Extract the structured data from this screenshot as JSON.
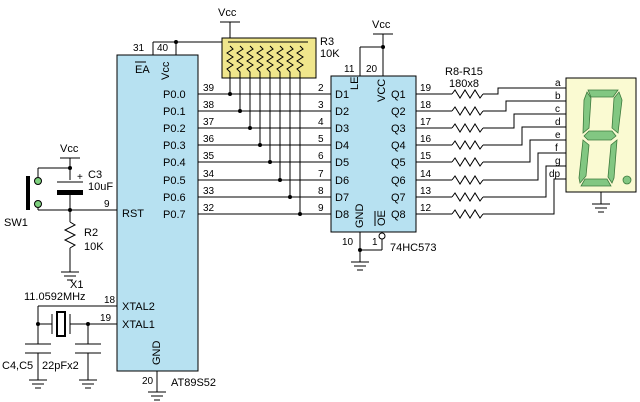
{
  "mcu": {
    "name": "AT89S52",
    "pin_ea": "EA",
    "pin_vcc": "Vcc",
    "pin_gnd": "GND",
    "pin_rst": "RST",
    "pin_xtal1": "XTAL1",
    "pin_xtal2": "XTAL2",
    "num31": "31",
    "num40": "40",
    "num20": "20",
    "num9": "9",
    "num18": "18",
    "num19": "19",
    "p0_labels": [
      "P0.0",
      "P0.1",
      "P0.2",
      "P0.3",
      "P0.4",
      "P0.5",
      "P0.6",
      "P0.7"
    ],
    "p0_pins": [
      "39",
      "38",
      "37",
      "36",
      "35",
      "34",
      "33",
      "32"
    ]
  },
  "latch": {
    "name": "74HC573",
    "d_labels": [
      "D1",
      "D2",
      "D3",
      "D4",
      "D5",
      "D6",
      "D7",
      "D8"
    ],
    "d_pins": [
      "2",
      "3",
      "4",
      "5",
      "6",
      "7",
      "8",
      "9"
    ],
    "q_labels": [
      "Q1",
      "Q2",
      "Q3",
      "Q4",
      "Q5",
      "Q6",
      "Q7",
      "Q8"
    ],
    "q_pins": [
      "19",
      "18",
      "17",
      "16",
      "15",
      "14",
      "13",
      "12"
    ],
    "le": "LE",
    "vcc": "VCC",
    "gnd": "GND",
    "oe": "OE",
    "num11": "11",
    "num20": "20",
    "num10": "10",
    "num1": "1"
  },
  "vcc_label": "Vcc",
  "rpack": {
    "name": "R3",
    "value": "10K"
  },
  "seg_res": {
    "name": "R8-R15",
    "value": "180x8"
  },
  "segments": [
    "a",
    "b",
    "c",
    "d",
    "e",
    "f",
    "g",
    "dp"
  ],
  "display_digit": "8",
  "reset": {
    "c3_name": "C3",
    "c3_value": "10uF",
    "plus": "+",
    "sw_name": "SW1",
    "r2_name": "R2",
    "r2_value": "10K"
  },
  "crystal": {
    "name": "X1",
    "freq": "11.0592MHz",
    "caps_name": "C4,C5",
    "caps_value": "22pFx2"
  },
  "colors": {
    "ic_fill": "#b7e1f1",
    "rpack_fill": "#f0e68c",
    "display_bg": "#fafad2",
    "segment_on": "#82c782",
    "switch_dot": "#7ed07e"
  }
}
